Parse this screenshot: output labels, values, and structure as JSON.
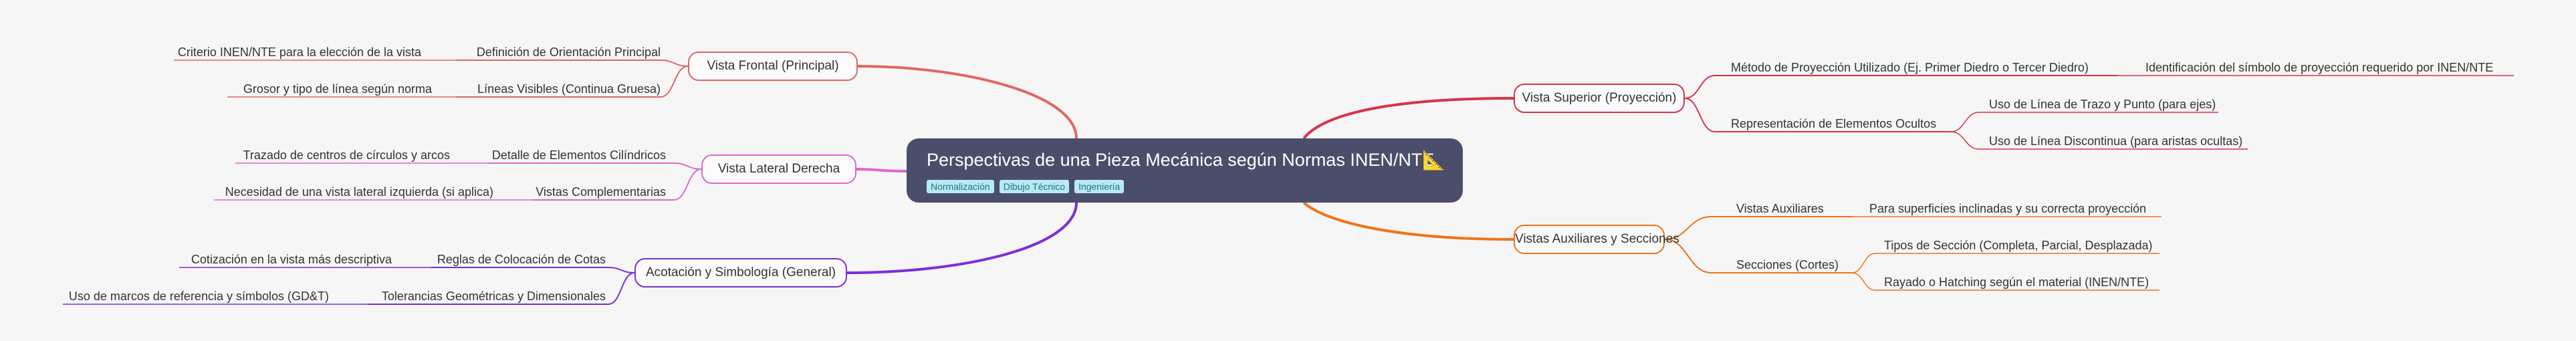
{
  "root": {
    "title": "Perspectivas de una Pieza Mecánica según Normas INEN/NTE",
    "emoji": "📐",
    "tags": [
      "Normalización",
      "Dibujo Técnico",
      "Ingeniería"
    ]
  },
  "branches": {
    "frontal": {
      "label": "Vista Frontal (Principal)",
      "color": "#e06666",
      "children": [
        {
          "label": "Definición de Orientación Principal",
          "children": [
            "Criterio INEN/NTE para la elección de la vista"
          ]
        },
        {
          "label": "Líneas Visibles (Continua Gruesa)",
          "children": [
            "Grosor y tipo de línea según norma"
          ]
        }
      ]
    },
    "lateral": {
      "label": "Vista Lateral Derecha",
      "color": "#e066d0",
      "children": [
        {
          "label": "Detalle de Elementos Cilíndricos",
          "children": [
            "Trazado de centros de círculos y arcos"
          ]
        },
        {
          "label": "Vistas Complementarias",
          "children": [
            "Necesidad de una vista lateral izquierda (si aplica)"
          ]
        }
      ]
    },
    "acotacion": {
      "label": "Acotación y Simbología (General)",
      "color": "#7b2fd9",
      "children": [
        {
          "label": "Reglas de Colocación de Cotas",
          "children": [
            "Cotización en la vista más descriptiva"
          ]
        },
        {
          "label": "Tolerancias Geométricas y Dimensionales",
          "children": [
            "Uso de marcos de referencia y símbolos (GD&T)"
          ]
        }
      ]
    },
    "superior": {
      "label": "Vista Superior (Proyección)",
      "color": "#d6334a",
      "children": [
        {
          "label": "Método de Proyección Utilizado (Ej. Primer Diedro o Tercer Diedro)",
          "children": [
            "Identificación del símbolo de proyección requerido por INEN/NTE"
          ]
        },
        {
          "label": "Representación de Elementos Ocultos",
          "children": [
            "Uso de Línea de Trazo y Punto (para ejes)",
            "Uso de Línea Discontinua (para aristas ocultas)"
          ]
        }
      ]
    },
    "auxiliares": {
      "label": "Vistas Auxiliares y Secciones",
      "color": "#f07318",
      "children": [
        {
          "label": "Vistas Auxiliares",
          "children": [
            "Para superficies inclinadas y su correcta proyección"
          ]
        },
        {
          "label": "Secciones (Cortes)",
          "children": [
            "Tipos de Sección (Completa, Parcial, Desplazada)",
            "Rayado o Hatching según el material (INEN/NTE)"
          ]
        }
      ]
    }
  }
}
